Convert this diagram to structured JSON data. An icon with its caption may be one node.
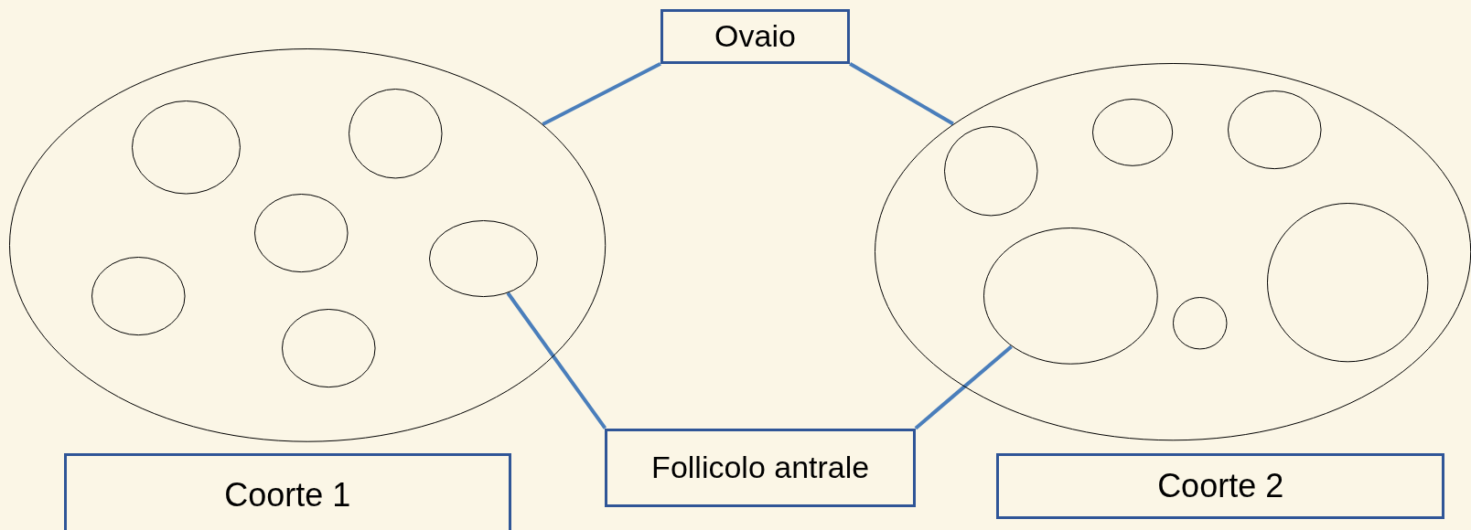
{
  "diagram": {
    "nodes": [
      {
        "text": [
          "Ovaio"
        ]
      },
      {
        "text": [],
        "shape": "ellipse"
      },
      {
        "text": [],
        "shape": "ellipse",
        "in": 1
      },
      {
        "text": [],
        "shape": "ellipse",
        "in": 1
      },
      {
        "text": [],
        "shape": "ellipse",
        "in": 1
      },
      {
        "text": [],
        "shape": "ellipse",
        "in": 1
      },
      {
        "text": [],
        "shape": "ellipse",
        "in": 1
      },
      {
        "text": [],
        "shape": "ellipse",
        "in": 1
      },
      {
        "text": [],
        "shape": "ellipse"
      },
      {
        "text": [],
        "shape": "ellipse",
        "in": 8
      },
      {
        "text": [],
        "shape": "ellipse",
        "in": 8
      },
      {
        "text": [],
        "shape": "ellipse",
        "in": 8
      },
      {
        "text": [],
        "shape": "ellipse",
        "in": 8
      },
      {
        "text": [],
        "shape": "ellipse",
        "in": 8
      },
      {
        "text": [],
        "shape": "ellipse",
        "in": 8
      },
      {
        "text": [
          "Follicolo antrale"
        ]
      },
      {
        "text": [
          "Coorte 1"
        ]
      },
      {
        "text": [
          "Coorte 2"
        ]
      }
    ],
    "edges": [
      {
        "from": 0,
        "to": 1,
        "arrow": "none"
      },
      {
        "from": 0,
        "to": 8,
        "arrow": "none"
      },
      {
        "from": 15,
        "to": 5,
        "arrow": "none"
      },
      {
        "from": 15,
        "to": 12,
        "arrow": "none"
      }
    ]
  }
}
